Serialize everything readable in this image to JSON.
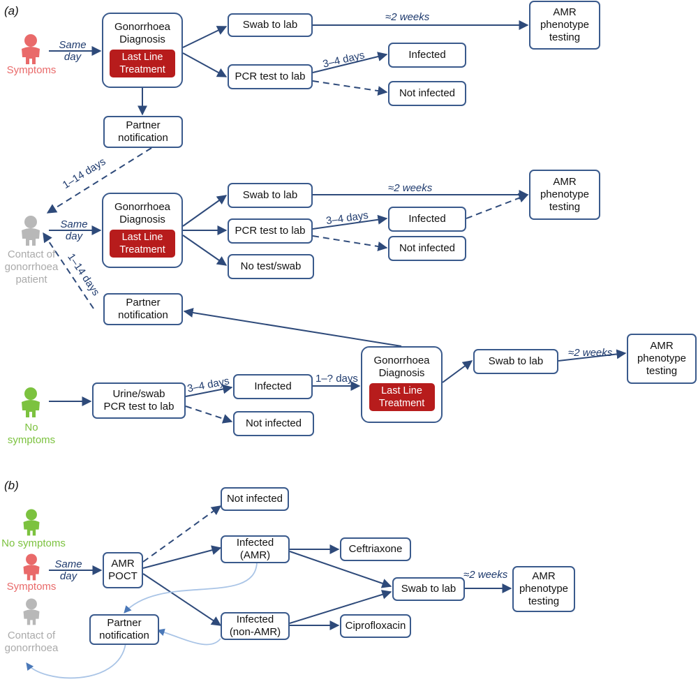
{
  "panels": {
    "a": "(a)",
    "b": "(b)"
  },
  "colors": {
    "symptoms": "#e96a6a",
    "no_symptoms": "#7cc23f",
    "contact": "#b8b8b8",
    "edge": "#2e4a7a",
    "treatment": "#b71c1c",
    "loop": "#a9c4e6"
  },
  "people": {
    "a_symptoms": "Symptoms",
    "a_contact": [
      "Contact of",
      "gonorrhoea",
      "patient"
    ],
    "a_no_symptoms": [
      "No",
      "symptoms"
    ],
    "b_no_symptoms": "No symptoms",
    "b_symptoms": "Symptoms",
    "b_contact": [
      "Contact of",
      "gonorrhoea"
    ]
  },
  "boxes": {
    "diagnosis": [
      "Gonorrhoea",
      "Diagnosis"
    ],
    "treatment": [
      "Last Line",
      "Treatment"
    ],
    "swab": "Swab to lab",
    "pcr": "PCR test to lab",
    "infected": "Infected",
    "not_infected": "Not infected",
    "amr": [
      "AMR",
      "phenotype",
      "testing"
    ],
    "partner": [
      "Partner",
      "notification"
    ],
    "no_test": "No test/swab",
    "urine_pcr": [
      "Urine/swab",
      "PCR test to lab"
    ],
    "amr_poct": [
      "AMR",
      "POCT"
    ],
    "infected_amr": [
      "Infected",
      "(AMR)"
    ],
    "infected_non_amr": [
      "Infected",
      "(non-AMR)"
    ],
    "ceftriaxone": "Ceftriaxone",
    "ciprofloxacin": "Ciprofloxacin"
  },
  "edge_labels": {
    "same_day": [
      "Same",
      "day"
    ],
    "two_weeks": "≈2 weeks",
    "three_four_days": "3–4 days",
    "one_fourteen_days": "1–14 days",
    "one_q_days": "1–? days"
  }
}
